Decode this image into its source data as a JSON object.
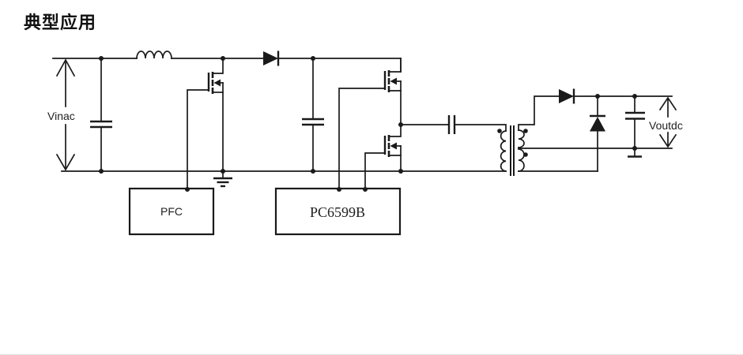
{
  "title": "典型应用",
  "colors": {
    "line": "#1a1a1a",
    "background": "#ffffff",
    "divider": "#e2e2e2"
  },
  "schematic": {
    "labels": {
      "input_voltage": "Vinac",
      "output_voltage": "Voutdc",
      "pfc_block": "PFC",
      "controller_block": "PC6599B"
    },
    "components": [
      "AC input (Vinac) with double arrow",
      "input filter capacitor",
      "boost inductor",
      "PFC MOSFET with gate driven by PFC block",
      "boost diode",
      "bus capacitor",
      "half-bridge high-side MOSFET",
      "half-bridge low-side MOSFET",
      "resonant series capacitor",
      "isolation transformer with center-tapped secondary and phase dots",
      "output rectifier diode top",
      "output rectifier diode bottom",
      "output capacitor with ground reference",
      "DC output (Voutdc) with double arrow",
      "primary ground symbol"
    ]
  }
}
